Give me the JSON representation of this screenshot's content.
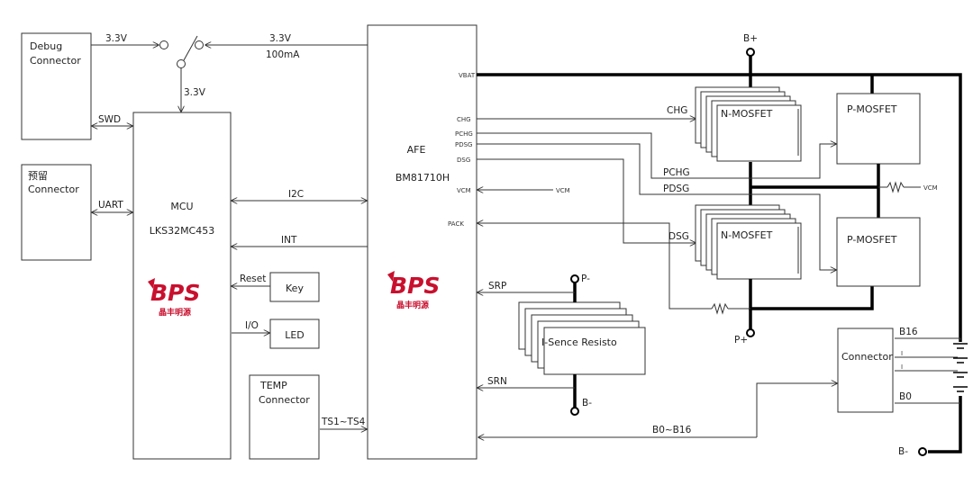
{
  "blocks": {
    "debug_connector": [
      "Debug",
      "Connector"
    ],
    "reserved_connector": [
      "预留",
      "Connector"
    ],
    "mcu": {
      "title": "MCU",
      "part": "LKS32MC453"
    },
    "afe": {
      "title": "AFE",
      "part": "BM81710H"
    },
    "key": "Key",
    "led": "LED",
    "temp_connector": [
      "TEMP",
      "Connector"
    ],
    "nmosfet_top": "N-MOSFET",
    "nmosfet_bottom": "N-MOSFET",
    "pmosfet_top": "P-MOSFET",
    "pmosfet_bottom": "P-MOSFET",
    "sense_resistor": "I-Sence Resisto",
    "cell_connector": "Connector"
  },
  "logo": {
    "text": "BPS",
    "subtext": "晶丰明源",
    "color": "#c8102e"
  },
  "signals": {
    "v33_debug": "3.3V",
    "v33_afe": "3.3V",
    "v33_afe_current": "100mA",
    "v33_mcu": "3.3V",
    "swd": "SWD",
    "uart": "UART",
    "i2c": "I2C",
    "int": "INT",
    "reset": "Reset",
    "io": "I/O",
    "ts": "TS1~TS4",
    "chg": "CHG",
    "pchg": "PCHG",
    "pdsg": "PDSG",
    "dsg": "DSG",
    "vcm_right": "VCM",
    "srp": "SRP",
    "srn": "SRN",
    "b_range": "B0~B16",
    "b16": "B16",
    "b0": "B0"
  },
  "afe_pins": {
    "vbat": "VBAT",
    "chg": "CHG",
    "pchg": "PCHG",
    "pdsg": "PDSG",
    "dsg": "DSG",
    "vcm": "VCM",
    "vcm_net": "VCM",
    "pack": "PACK"
  },
  "terminals": {
    "b_plus": "B+",
    "p_plus": "P+",
    "p_minus": "P-",
    "b_minus_sense": "B-",
    "b_minus": "B-"
  }
}
